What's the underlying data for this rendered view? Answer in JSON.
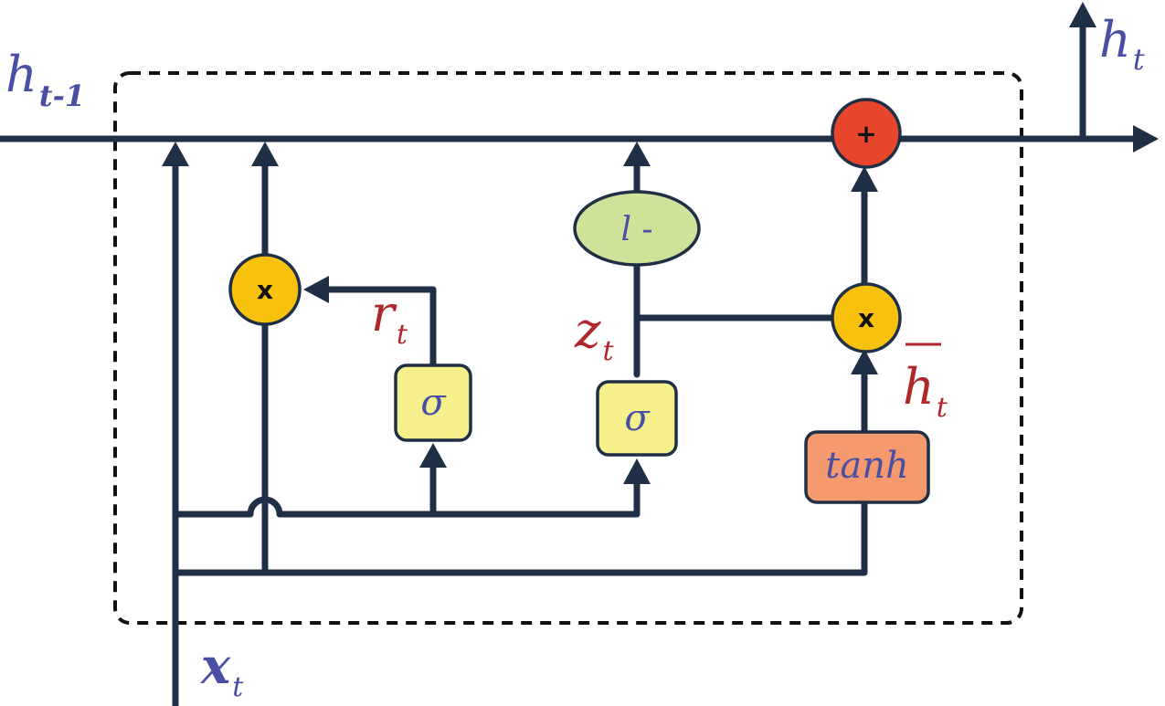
{
  "labels": {
    "h_prev_main": "h",
    "h_prev_sub": "t-1",
    "h_out_main": "h",
    "h_out_sub": "t",
    "x_main": "x",
    "x_sub": "t",
    "r_main": "r",
    "r_sub": "t",
    "z_main": "z",
    "z_sub": "t",
    "hbar_main": "h",
    "hbar_sub": "t"
  },
  "nodes": {
    "multiply_reset": "x",
    "multiply_update": "x",
    "add": "+",
    "sigma_reset": "σ",
    "sigma_update": "σ",
    "one_minus": "l -",
    "tanh": "tanh"
  },
  "colors": {
    "line": "#1f2f45",
    "multiply_node": "#f7c10d",
    "add_node": "#e8462c",
    "sigma_box": "#f5f08c",
    "one_minus_ellipse": "#cfe29a",
    "tanh_box": "#f59a6e",
    "text_blue": "#4a4fa3",
    "text_red": "#b0262b"
  }
}
